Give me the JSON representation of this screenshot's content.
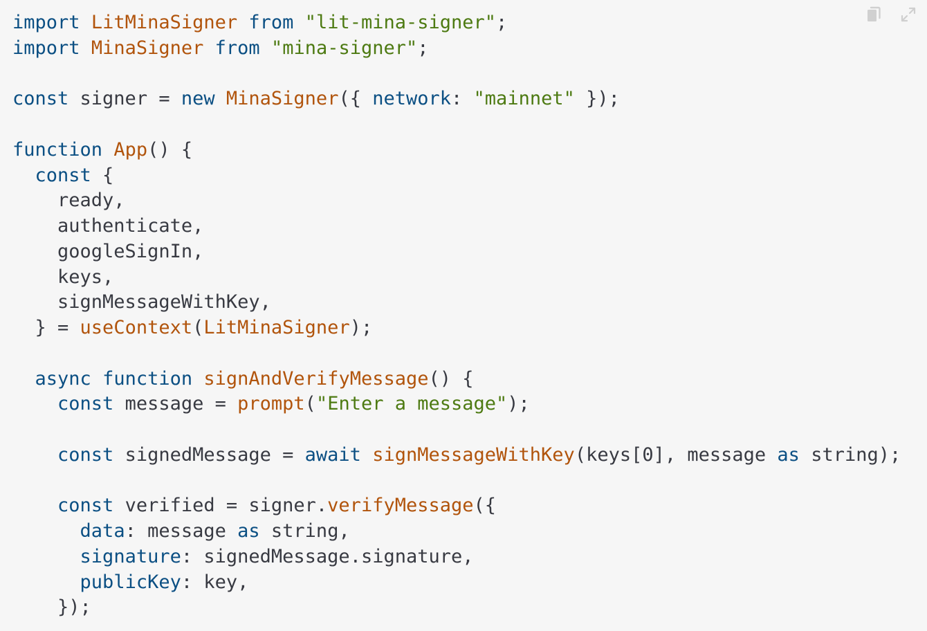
{
  "colors": {
    "background": "#f6f6f6",
    "keyword": "#0b4f83",
    "function": "#b1540c",
    "string": "#4d7a12",
    "text": "#383a42",
    "icon": "#c8c8c8"
  },
  "toolbar": {
    "copy_icon": "copy-icon",
    "expand_icon": "expand-icon"
  },
  "code_lines": [
    [
      [
        "kw",
        "import"
      ],
      [
        "tx",
        " "
      ],
      [
        "fn",
        "LitMinaSigner"
      ],
      [
        "tx",
        " "
      ],
      [
        "kw",
        "from"
      ],
      [
        "tx",
        " "
      ],
      [
        "str",
        "\"lit-mina-signer\""
      ],
      [
        "tx",
        ";"
      ]
    ],
    [
      [
        "kw",
        "import"
      ],
      [
        "tx",
        " "
      ],
      [
        "fn",
        "MinaSigner"
      ],
      [
        "tx",
        " "
      ],
      [
        "kw",
        "from"
      ],
      [
        "tx",
        " "
      ],
      [
        "str",
        "\"mina-signer\""
      ],
      [
        "tx",
        ";"
      ]
    ],
    [],
    [
      [
        "kw",
        "const"
      ],
      [
        "tx",
        " signer = "
      ],
      [
        "kw",
        "new"
      ],
      [
        "tx",
        " "
      ],
      [
        "fn",
        "MinaSigner"
      ],
      [
        "tx",
        "({ "
      ],
      [
        "prop",
        "network"
      ],
      [
        "tx",
        ": "
      ],
      [
        "str",
        "\"mainnet\""
      ],
      [
        "tx",
        " });"
      ]
    ],
    [],
    [
      [
        "kw",
        "function"
      ],
      [
        "tx",
        " "
      ],
      [
        "fn",
        "App"
      ],
      [
        "tx",
        "() {"
      ]
    ],
    [
      [
        "tx",
        "  "
      ],
      [
        "kw",
        "const"
      ],
      [
        "tx",
        " {"
      ]
    ],
    [
      [
        "tx",
        "    ready,"
      ]
    ],
    [
      [
        "tx",
        "    authenticate,"
      ]
    ],
    [
      [
        "tx",
        "    googleSignIn,"
      ]
    ],
    [
      [
        "tx",
        "    keys,"
      ]
    ],
    [
      [
        "tx",
        "    signMessageWithKey,"
      ]
    ],
    [
      [
        "tx",
        "  } = "
      ],
      [
        "fn",
        "useContext"
      ],
      [
        "tx",
        "("
      ],
      [
        "fn",
        "LitMinaSigner"
      ],
      [
        "tx",
        ");"
      ]
    ],
    [],
    [
      [
        "tx",
        "  "
      ],
      [
        "kw",
        "async"
      ],
      [
        "tx",
        " "
      ],
      [
        "kw",
        "function"
      ],
      [
        "tx",
        " "
      ],
      [
        "fn",
        "signAndVerifyMessage"
      ],
      [
        "tx",
        "() {"
      ]
    ],
    [
      [
        "tx",
        "    "
      ],
      [
        "kw",
        "const"
      ],
      [
        "tx",
        " message = "
      ],
      [
        "fn",
        "prompt"
      ],
      [
        "tx",
        "("
      ],
      [
        "str",
        "\"Enter a message\""
      ],
      [
        "tx",
        ");"
      ]
    ],
    [],
    [
      [
        "tx",
        "    "
      ],
      [
        "kw",
        "const"
      ],
      [
        "tx",
        " signedMessage = "
      ],
      [
        "kw",
        "await"
      ],
      [
        "tx",
        " "
      ],
      [
        "fn",
        "signMessageWithKey"
      ],
      [
        "tx",
        "(keys[0], message "
      ],
      [
        "kw",
        "as"
      ],
      [
        "tx",
        " string);"
      ]
    ],
    [],
    [
      [
        "tx",
        "    "
      ],
      [
        "kw",
        "const"
      ],
      [
        "tx",
        " verified = signer."
      ],
      [
        "fn",
        "verifyMessage"
      ],
      [
        "tx",
        "({"
      ]
    ],
    [
      [
        "tx",
        "      "
      ],
      [
        "prop",
        "data"
      ],
      [
        "tx",
        ": message "
      ],
      [
        "kw",
        "as"
      ],
      [
        "tx",
        " string,"
      ]
    ],
    [
      [
        "tx",
        "      "
      ],
      [
        "prop",
        "signature"
      ],
      [
        "tx",
        ": signedMessage.signature,"
      ]
    ],
    [
      [
        "tx",
        "      "
      ],
      [
        "prop",
        "publicKey"
      ],
      [
        "tx",
        ": key,"
      ]
    ],
    [
      [
        "tx",
        "    });"
      ]
    ]
  ]
}
